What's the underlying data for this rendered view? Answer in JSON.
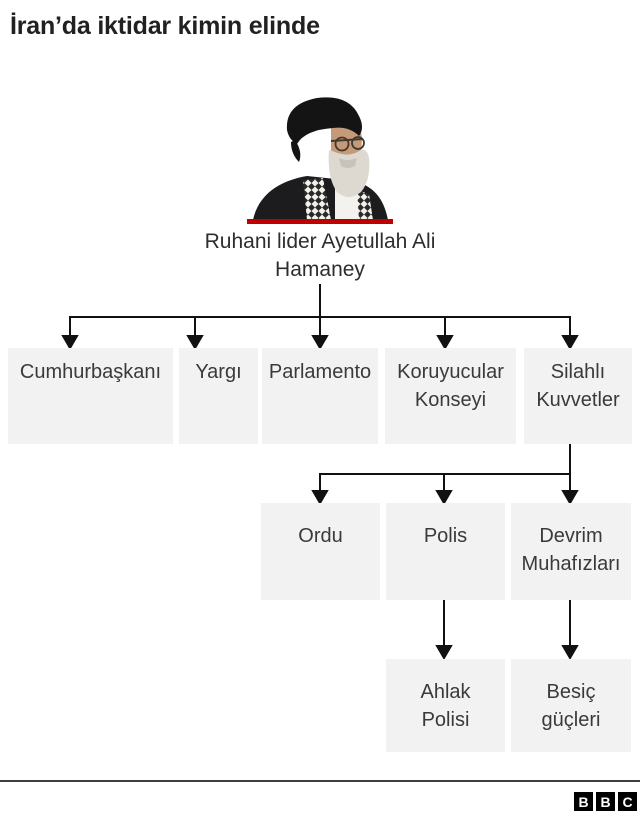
{
  "title": "İran’da iktidar kimin elinde",
  "colors": {
    "accent_red": "#c00000",
    "box_background": "#f2f2f2",
    "box_text": "#3a3a3a",
    "connector_line": "#111111"
  },
  "leader": {
    "caption": "Ruhani lider Ayetullah Ali\nHamaney"
  },
  "org": {
    "tier1": [
      {
        "label": "Cumhurbaşkanı"
      },
      {
        "label": "Yargı"
      },
      {
        "label": "Parlamento"
      },
      {
        "label": "Koruyucular\nKonseyi"
      },
      {
        "label": "Silahlı\nKuvvetler"
      }
    ],
    "tier2": [
      {
        "label": "Ordu"
      },
      {
        "label": "Polis"
      },
      {
        "label": "Devrim\nMuhafızları"
      }
    ],
    "tier3": [
      {
        "label": "Ahlak\nPolisi"
      },
      {
        "label": "Besiç\ngüçleri"
      }
    ]
  },
  "footer": {
    "logo_letters": {
      "b1": "B",
      "b2": "B",
      "b3": "C"
    }
  }
}
